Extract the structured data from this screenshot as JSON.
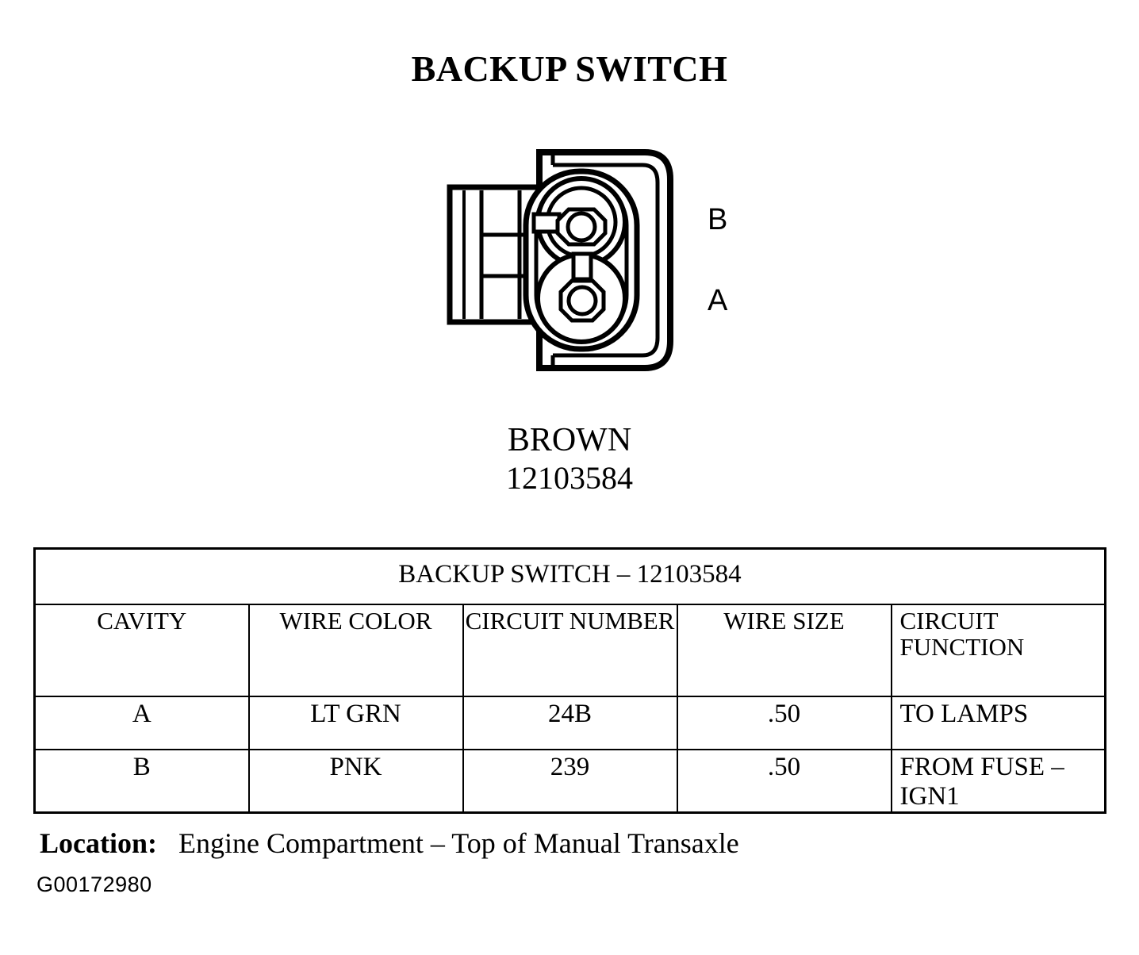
{
  "page": {
    "title": "BACKUP SWITCH",
    "figure_id": "G00172980"
  },
  "connector": {
    "color_name": "BROWN",
    "part_number": "12103584",
    "pin_labels": {
      "top": "B",
      "bottom": "A"
    },
    "cavity_count": 2,
    "line_color": "#000000",
    "fill_color": "#ffffff"
  },
  "table": {
    "title": "BACKUP SWITCH – 12103584",
    "columns": [
      "CAVITY",
      "WIRE COLOR",
      "CIRCUIT NUMBER",
      "WIRE SIZE",
      "CIRCUIT FUNCTION"
    ],
    "rows": [
      {
        "cavity": "A",
        "wire_color": "LT GRN",
        "circuit_number": "24B",
        "wire_size": ".50",
        "circuit_function": "TO LAMPS"
      },
      {
        "cavity": "B",
        "wire_color": "PNK",
        "circuit_number": "239",
        "wire_size": ".50",
        "circuit_function": "FROM FUSE – IGN1"
      }
    ]
  },
  "location": {
    "label": "Location:",
    "value": "Engine Compartment – Top of Manual Transaxle"
  }
}
